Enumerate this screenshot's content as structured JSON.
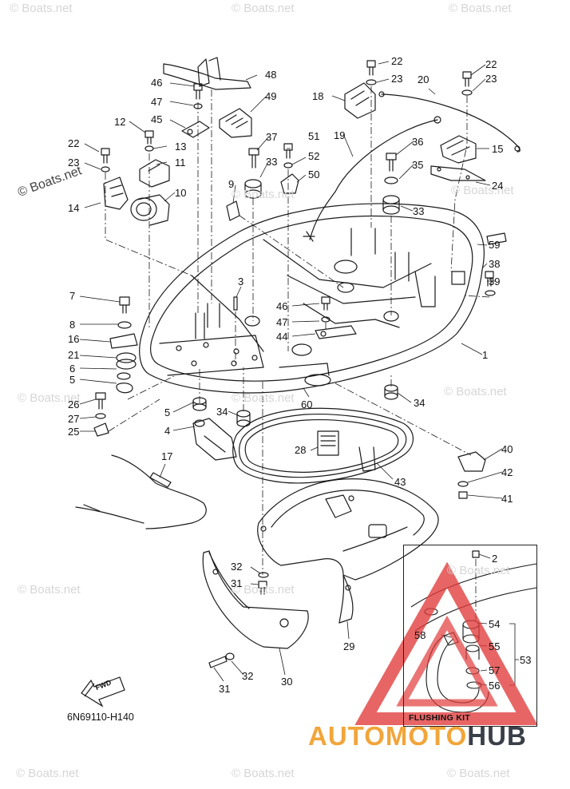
{
  "watermark": {
    "text": "© Boats.net"
  },
  "drawing_code": "6N69110-H140",
  "flushing_kit_label": "FLUSHING KIT",
  "fwd_label": "FWD",
  "brand": {
    "part1": "AUTOMOTO",
    "part2": "HUB",
    "color1": "#f2a53a",
    "color2": "#3b3f48"
  },
  "callouts": [
    "1",
    "2",
    "3",
    "4",
    "5",
    "5",
    "6",
    "7",
    "8",
    "9",
    "10",
    "11",
    "12",
    "13",
    "14",
    "15",
    "16",
    "17",
    "18",
    "19",
    "20",
    "21",
    "22",
    "22",
    "22",
    "23",
    "23",
    "23",
    "24",
    "25",
    "26",
    "27",
    "28",
    "29",
    "30",
    "31",
    "31",
    "32",
    "32",
    "33",
    "33",
    "34",
    "34",
    "35",
    "36",
    "37",
    "38",
    "39",
    "40",
    "41",
    "42",
    "43",
    "44",
    "45",
    "46",
    "46",
    "47",
    "47",
    "48",
    "49",
    "50",
    "51",
    "52",
    "53",
    "54",
    "55",
    "56",
    "57",
    "58",
    "59",
    "60"
  ],
  "colors": {
    "line": "#1a1a1a",
    "watermark": "#d6d6d6",
    "triangle": "#e23a3a"
  }
}
